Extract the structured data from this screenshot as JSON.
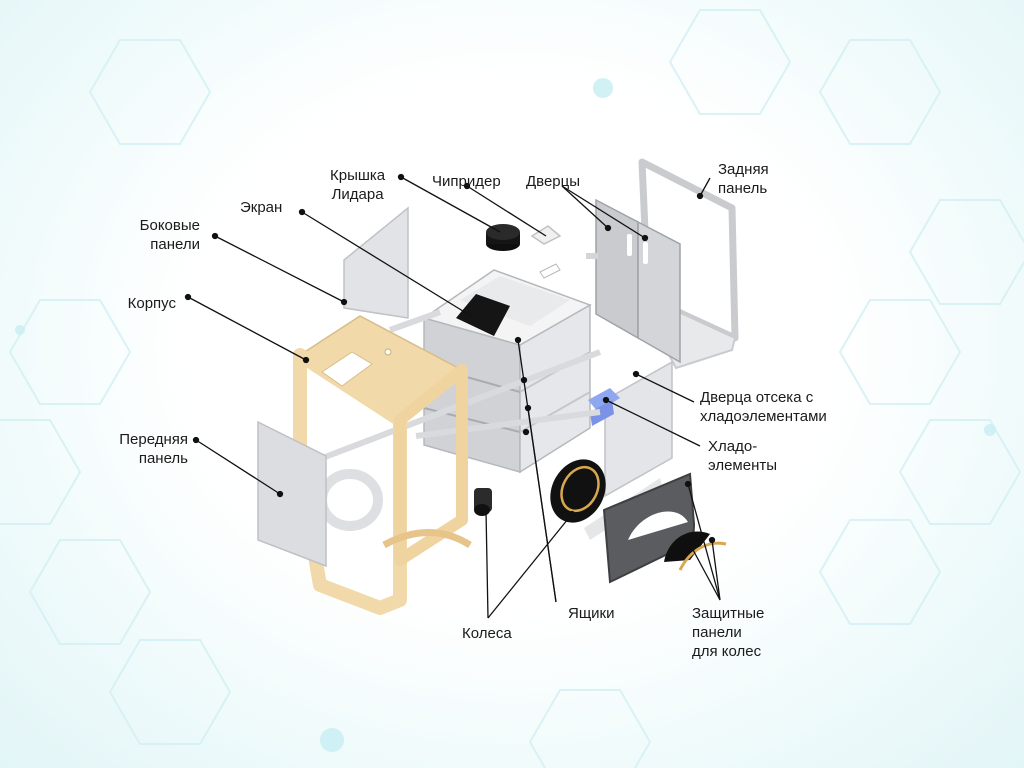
{
  "labels": {
    "kryshka_lidara": [
      "Крышка",
      "Лидара"
    ],
    "chipridder": [
      "Чипридер"
    ],
    "dvercy": [
      "Дверцы"
    ],
    "zadnyaya_panel": [
      "Задняя",
      "панель"
    ],
    "ekran": [
      "Экран"
    ],
    "bokovye_paneli": [
      "Боковые",
      "панели"
    ],
    "korpus": [
      "Корпус"
    ],
    "dverca_otseka": [
      "Дверца отсека с",
      "хладоэлементами"
    ],
    "hladoelementy": [
      "Хладо-",
      "элементы"
    ],
    "perednyaya_panel": [
      "Передняя",
      "панель"
    ],
    "kolesa": [
      "Колеса"
    ],
    "yashchiki": [
      "Ящики"
    ],
    "zashchitnye_paneli": [
      "Защитные",
      "панели",
      "для колес"
    ]
  },
  "colors": {
    "body_beige": "#f2d9aa",
    "panel_gray": "#e2e3e6",
    "panel_dark": "#c9cbcf",
    "frame_white": "#f5f5f5",
    "black": "#151515",
    "gold": "#d8a84e",
    "blue_cooler": "#8fa6f0",
    "hex_pattern": "#cfeef2",
    "leader_line": "#111111"
  }
}
